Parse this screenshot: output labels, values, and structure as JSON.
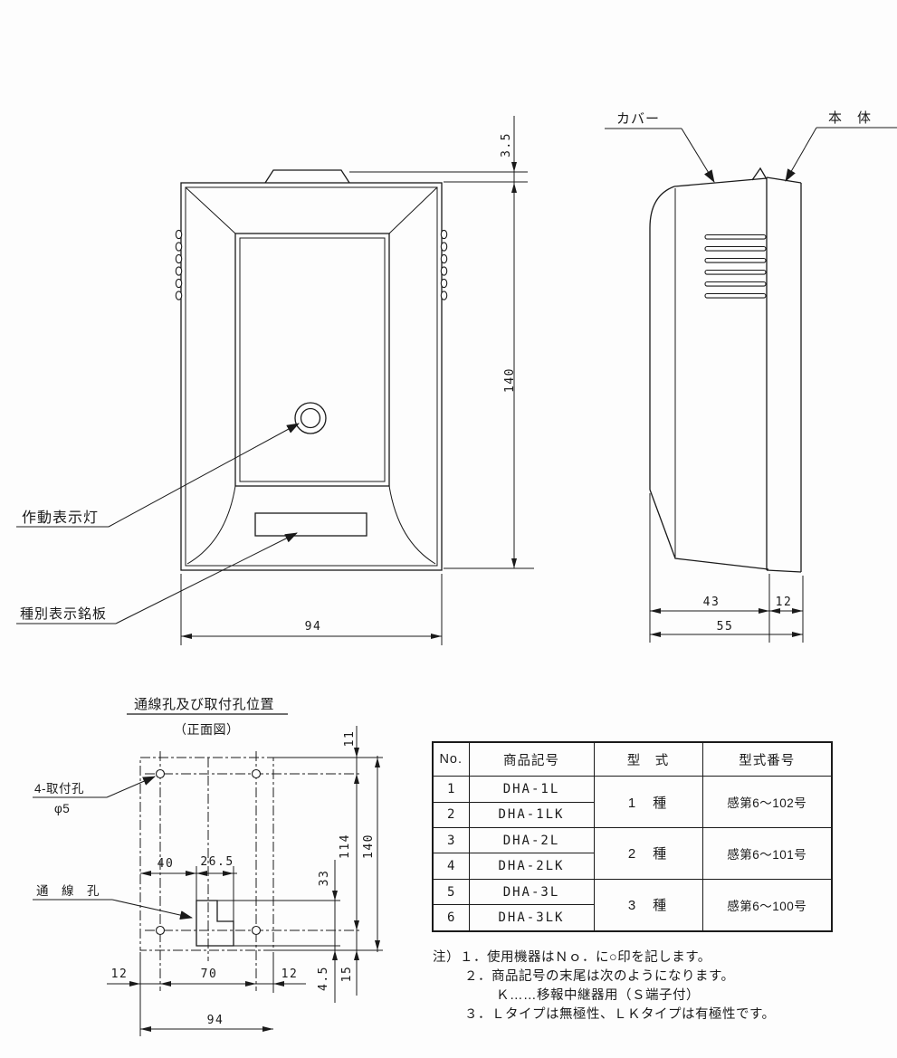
{
  "drawing": {
    "front_view": {
      "label_indicator": "作動表示灯",
      "label_nameplate": "種別表示銘板",
      "dim_handle_height": "3.5",
      "dim_height": "140",
      "dim_width": "94"
    },
    "side_view": {
      "label_cover": "カバー",
      "label_body": "本　体",
      "dim_cover_depth": "43",
      "dim_base_depth": "12",
      "dim_total_depth": "55"
    },
    "hole_layout": {
      "title": "通線孔及び取付孔位置",
      "subtitle": "（正面図）",
      "label_mounting_holes": "4-取付孔",
      "label_hole_diameter": "φ5",
      "label_wiring_hole": "通　線　孔",
      "dim_top_to_hole": "11",
      "dim_hole_pitch_v": "114",
      "dim_height": "140",
      "dim_wiring_hole_height": "33",
      "dim_left_to_wiring": "40",
      "dim_wiring_width": "26.5",
      "dim_left_margin": "12",
      "dim_hole_pitch_h": "70",
      "dim_right_margin": "12",
      "dim_width": "94",
      "dim_bottom_a": "4.5",
      "dim_bottom_b": "15"
    }
  },
  "table": {
    "headers": [
      "No.",
      "商品記号",
      "型　式",
      "型式番号"
    ],
    "rows": [
      {
        "no": "1",
        "code": "DHA-1L"
      },
      {
        "no": "2",
        "code": "DHA-1LK"
      },
      {
        "no": "3",
        "code": "DHA-2L"
      },
      {
        "no": "4",
        "code": "DHA-2LK"
      },
      {
        "no": "5",
        "code": "DHA-3L"
      },
      {
        "no": "6",
        "code": "DHA-3LK"
      }
    ],
    "groups": [
      {
        "type": "1　種",
        "model": "感第6～102号"
      },
      {
        "type": "2　種",
        "model": "感第6～101号"
      },
      {
        "type": "3　種",
        "model": "感第6～100号"
      }
    ]
  },
  "notes": {
    "line1": "注）１．使用機器はＮｏ．に○印を記します。",
    "line2": "２．商品記号の末尾は次のようになります。",
    "line3": "Ｋ……移報中継器用（Ｓ端子付）",
    "line4": "３．Ｌタイプは無極性、ＬＫタイプは有極性です。"
  },
  "colors": {
    "ink": "#1a1a1a",
    "paper": "#fdfdfd"
  }
}
